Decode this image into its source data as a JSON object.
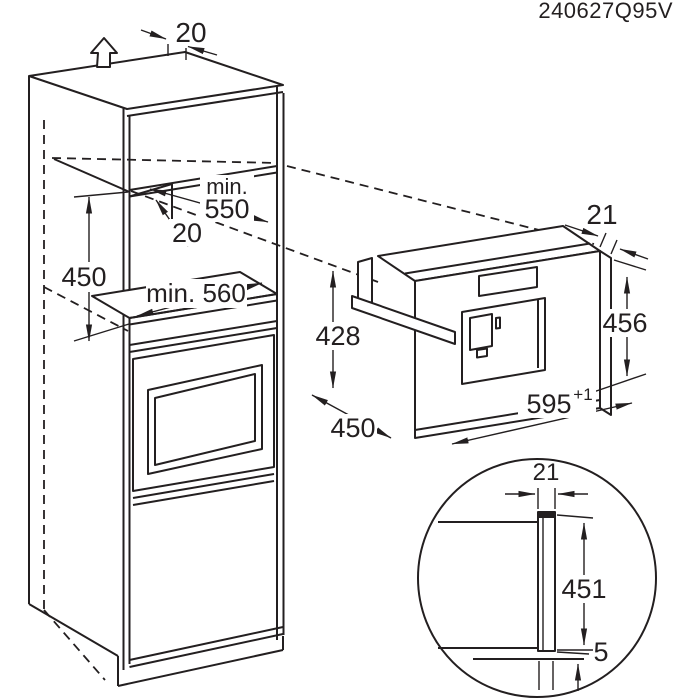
{
  "part_code": "240627Q95V",
  "colors": {
    "line": "#231f20",
    "background": "#ffffff"
  },
  "cabinet": {
    "top_rear_gap": "20",
    "niche_width_prefix": "min.",
    "niche_width": "550",
    "niche_rear_gap": "20",
    "niche_height": "450",
    "niche_depth": "min. 560"
  },
  "appliance": {
    "front_panel_overhang": "21",
    "inner_height": "428",
    "height": "456",
    "depth": "450",
    "width": "595",
    "width_tolerance": "+1"
  },
  "detail": {
    "panel_thickness": "21",
    "panel_height": "451",
    "bottom_gap": "5"
  }
}
